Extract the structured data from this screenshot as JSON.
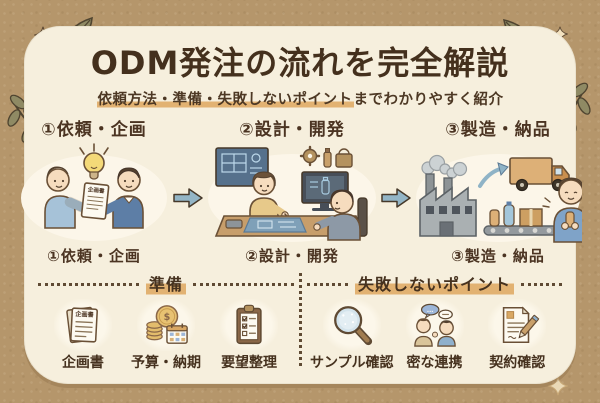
{
  "header": {
    "title": "ODM発注の流れを完全解説",
    "subtitle_highlight": "依頼方法・準備・失敗しないポイント",
    "subtitle_rest": "までわかりやすく紹介"
  },
  "steps": [
    {
      "label": "①依頼・企画",
      "caption": "①依頼・企画",
      "illustration": "two-people-exchanging-proposal-with-lightbulb"
    },
    {
      "label": "②設計・開発",
      "caption": "②設計・開発",
      "illustration": "two-people-designing-at-desk-with-blueprint-and-monitor"
    },
    {
      "label": "③製造・納品",
      "caption": "③製造・納品",
      "illustration": "factory-conveyor-truck-and-person-with-product"
    }
  ],
  "illustrations": {
    "proposal_doc_label": "企画書",
    "coin_symbol": "$",
    "bubble_dots": "..."
  },
  "sections": {
    "preparation": {
      "title": "準備",
      "items": [
        {
          "label": "企画書",
          "icon": "proposal-document-icon"
        },
        {
          "label": "予算・納期",
          "icon": "coins-calendar-icon"
        },
        {
          "label": "要望整理",
          "icon": "checklist-clipboard-icon"
        }
      ]
    },
    "points": {
      "title": "失敗しないポイント",
      "items": [
        {
          "label": "サンプル確認",
          "icon": "magnifier-icon"
        },
        {
          "label": "密な連携",
          "icon": "people-talking-icon"
        },
        {
          "label": "契約確認",
          "icon": "contract-pencil-icon"
        }
      ]
    }
  },
  "colors": {
    "kraft_background": "#b5966b",
    "card_background": "#f6efdd",
    "text_dark_brown": "#44301d",
    "highlight_tan": "#e2b272",
    "arrow_blue": "#93b5c6",
    "leaf_olive": "#8f8a64"
  }
}
